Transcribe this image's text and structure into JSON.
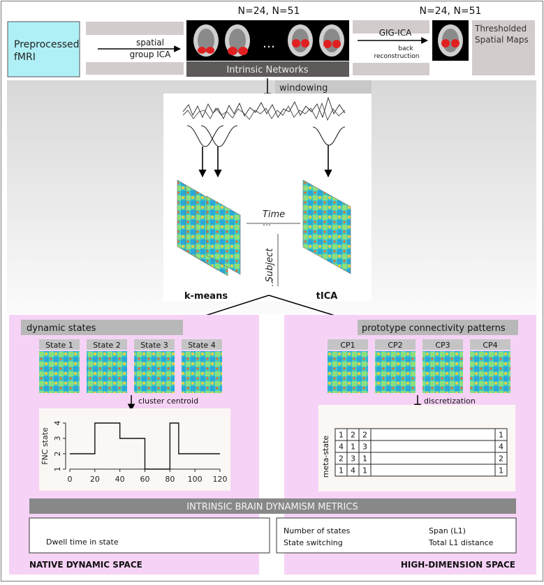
{
  "top": {
    "input_label": [
      "Preprocessed",
      "fMRI"
    ],
    "step1": [
      "spatial",
      "group ICA"
    ],
    "n_label_1": "N=24, N=51",
    "n_label_2": "N=24, N=51",
    "ellipsis": "…",
    "intrinsic_networks": "Intrinsic Networks",
    "gig_ica": "GIG-ICA",
    "back_reconstruction": [
      "back",
      "reconstruction"
    ],
    "thresholded_maps": [
      "Thresholded",
      "Spatial Maps"
    ]
  },
  "middle": {
    "windowing": "windowing",
    "time_label": "Time",
    "subject_label": "Subject",
    "dots": "…",
    "kmeans_label": "k-means",
    "tica_label": "tICA"
  },
  "left_panel": {
    "header": "dynamic states",
    "states": [
      "State 1",
      "State 2",
      "State 3",
      "State 4"
    ],
    "cluster_centroid": "cluster centroid",
    "footer": "NATIVE DYNAMIC SPACE",
    "metrics": [
      "Dwell time in state"
    ]
  },
  "right_panel": {
    "header": "prototype connectivity patterns",
    "cps": [
      "CP1",
      "CP2",
      "CP3",
      "CP4"
    ],
    "discretization": "discretization",
    "footer": "HIGH-DIMENSION SPACE",
    "meta_state_label": "meta-state",
    "meta_table": [
      [
        "1",
        "2",
        "2",
        "1"
      ],
      [
        "4",
        "1",
        "3",
        "4"
      ],
      [
        "2",
        "3",
        "1",
        "2"
      ],
      [
        "1",
        "4",
        "1",
        "1"
      ]
    ],
    "metrics_left": [
      "Number of states",
      "State switching"
    ],
    "metrics_right": [
      "Span (L1)",
      "Total L1 distance"
    ]
  },
  "metrics_banner": "INTRINSIC BRAIN DYNAMISM METRICS",
  "chart_data": {
    "type": "line",
    "ylabel": "FNC state",
    "x_ticks": [
      0,
      20,
      40,
      60,
      80,
      100,
      120
    ],
    "y_ticks": [
      1,
      2,
      3,
      4
    ],
    "xlim": [
      0,
      120
    ],
    "ylim": [
      1,
      4
    ],
    "step_x": [
      0,
      20,
      20,
      40,
      40,
      60,
      60,
      80,
      80,
      87,
      87,
      120
    ],
    "step_y": [
      2,
      2,
      4,
      4,
      3,
      3,
      1,
      1,
      4,
      4,
      2,
      2
    ]
  },
  "colors": {
    "cyan_box": "#aef0f6",
    "gray_bar": "#d3cccc",
    "dark_bar": "#5e5a59",
    "pink_panel": "#f6d3f6",
    "banner": "#888888",
    "header_bar": "#b8b8b8"
  }
}
